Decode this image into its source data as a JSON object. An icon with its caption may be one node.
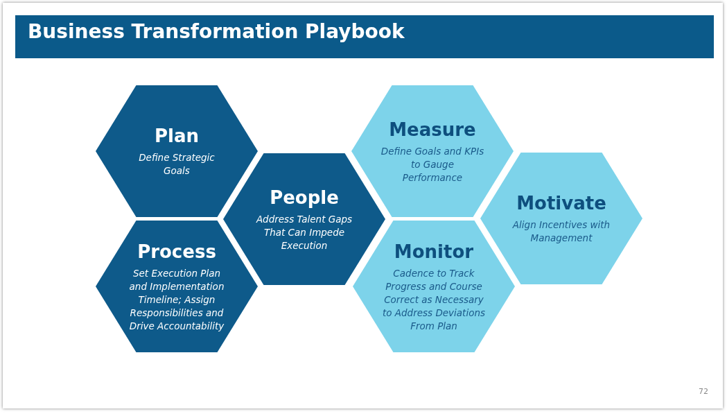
{
  "diagram": {
    "title": "Business Transformation Playbook",
    "nodes": [
      {
        "text": [
          "Plan",
          "Define Strategic Goals"
        ]
      },
      {
        "text": [
          "Process",
          "Set Execution Plan and Implementation Timeline; Assign Responsibilities and Drive Accountability"
        ]
      },
      {
        "text": [
          "People",
          "Address Talent Gaps That Can Impede Execution"
        ]
      },
      {
        "text": [
          "Measure",
          "Define Goals and KPIs to Gauge Performance"
        ]
      },
      {
        "text": [
          "Monitor",
          "Cadence to Track Progress and Course Correct as Necessary to Address Deviations From Plan"
        ]
      },
      {
        "text": [
          "Motivate",
          "Align Incentives with Management"
        ]
      }
    ],
    "labels": [
      "72"
    ]
  }
}
